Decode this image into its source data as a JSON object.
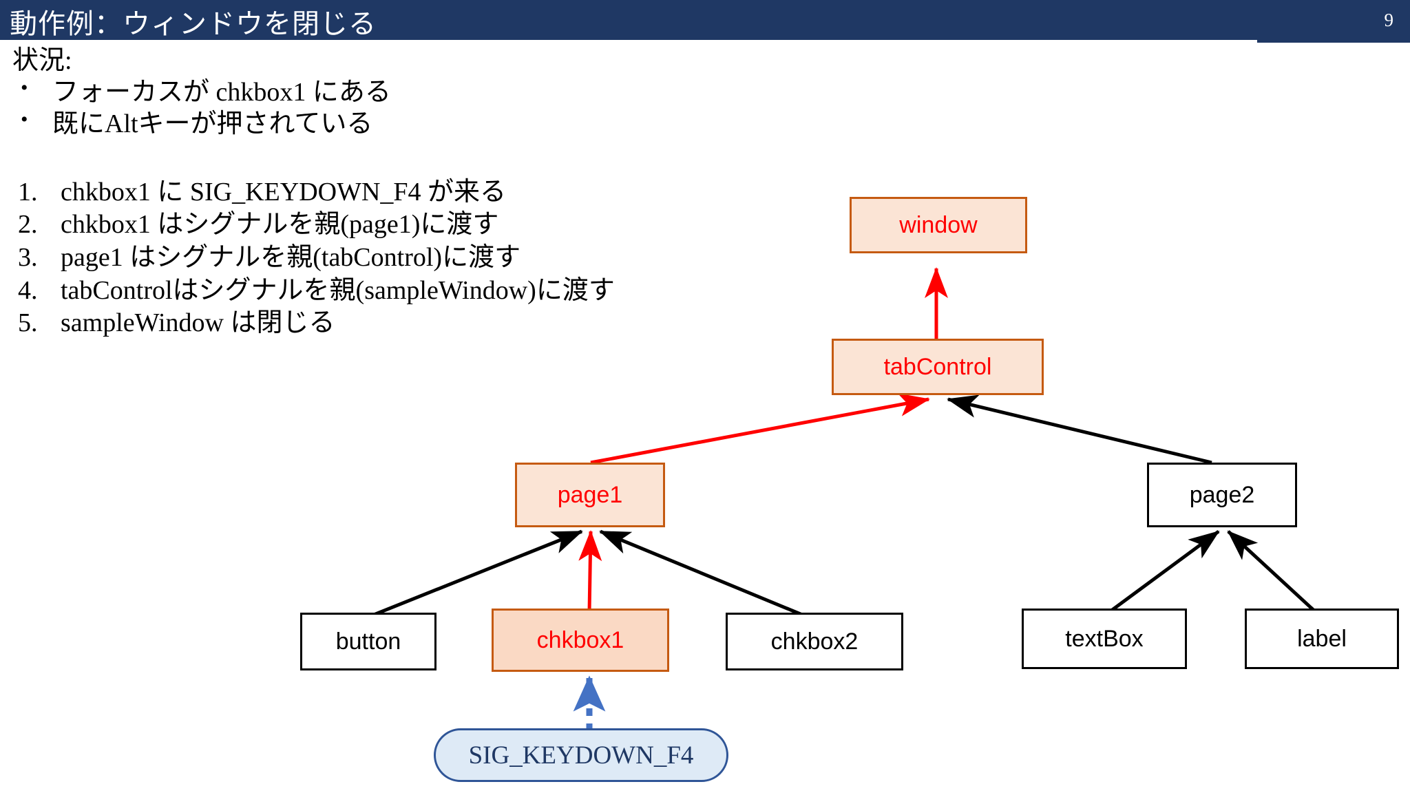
{
  "header": {
    "title": "動作例：ウィンドウを閉じる",
    "slide_number": "9",
    "bar_color": "#1F3864"
  },
  "content": {
    "situation_label": "状況:",
    "bullets": [
      "フォーカスが chkbox1 にある",
      "既にAltキーが押されている"
    ],
    "steps": [
      {
        "num": "1.",
        "text": "chkbox1 に SIG_KEYDOWN_F4 が来る"
      },
      {
        "num": "2.",
        "text": "chkbox1 はシグナルを親(page1)に渡す"
      },
      {
        "num": "3.",
        "text": "page1 はシグナルを親(tabControl)に渡す"
      },
      {
        "num": "4.",
        "text": "tabControlはシグナルを親(sampleWindow)に渡す"
      },
      {
        "num": "5.",
        "text": "sampleWindow は閉じる"
      }
    ]
  },
  "diagram": {
    "nodes": [
      {
        "id": "window",
        "label": "window",
        "style": "hl"
      },
      {
        "id": "tabControl",
        "label": "tabControl",
        "style": "hl"
      },
      {
        "id": "page1",
        "label": "page1",
        "style": "hl"
      },
      {
        "id": "page2",
        "label": "page2",
        "style": "plain"
      },
      {
        "id": "button",
        "label": "button",
        "style": "plain"
      },
      {
        "id": "chkbox1",
        "label": "chkbox1",
        "style": "hl-strong"
      },
      {
        "id": "chkbox2",
        "label": "chkbox2",
        "style": "plain"
      },
      {
        "id": "textBox",
        "label": "textBox",
        "style": "plain"
      },
      {
        "id": "label",
        "label": "label",
        "style": "plain"
      }
    ],
    "signal": {
      "label": "SIG_KEYDOWN_F4",
      "fill": "#DEEAF6",
      "border": "#2F5597",
      "text_color": "#1F3864"
    },
    "edges": [
      {
        "from": "tabControl",
        "to": "window",
        "color": "#FF0000",
        "kind": "solid"
      },
      {
        "from": "page1",
        "to": "tabControl",
        "color": "#FF0000",
        "kind": "solid"
      },
      {
        "from": "page2",
        "to": "tabControl",
        "color": "#000000",
        "kind": "solid"
      },
      {
        "from": "chkbox1",
        "to": "page1",
        "color": "#FF0000",
        "kind": "solid"
      },
      {
        "from": "button",
        "to": "page1",
        "color": "#000000",
        "kind": "solid"
      },
      {
        "from": "chkbox2",
        "to": "page1",
        "color": "#000000",
        "kind": "solid"
      },
      {
        "from": "textBox",
        "to": "page2",
        "color": "#000000",
        "kind": "solid"
      },
      {
        "from": "label",
        "to": "page2",
        "color": "#000000",
        "kind": "solid"
      },
      {
        "from": "signal",
        "to": "chkbox1",
        "color": "#4472C4",
        "kind": "dashed"
      }
    ],
    "colors": {
      "highlight_fill": "#FBE4D5",
      "highlight_border": "#C55A11",
      "highlight_text": "#FF0000",
      "plain_border": "#000000",
      "signal_arrow": "#4472C4"
    }
  }
}
